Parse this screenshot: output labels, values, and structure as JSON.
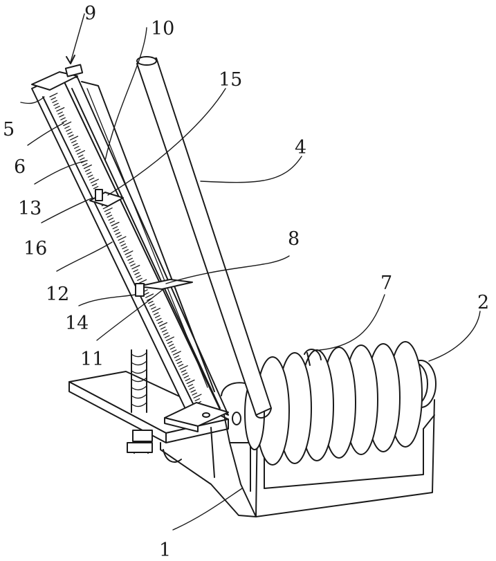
{
  "labels": [
    {
      "id": "9",
      "text": "9"
    },
    {
      "id": "10",
      "text": "10"
    },
    {
      "id": "15",
      "text": "15"
    },
    {
      "id": "5",
      "text": "5"
    },
    {
      "id": "6",
      "text": "6"
    },
    {
      "id": "4",
      "text": "4"
    },
    {
      "id": "13",
      "text": "13"
    },
    {
      "id": "16",
      "text": "16"
    },
    {
      "id": "8",
      "text": "8"
    },
    {
      "id": "12",
      "text": "12"
    },
    {
      "id": "7",
      "text": "7"
    },
    {
      "id": "2",
      "text": "2"
    },
    {
      "id": "14",
      "text": "14"
    },
    {
      "id": "11",
      "text": "11"
    },
    {
      "id": "1",
      "text": "1"
    }
  ]
}
